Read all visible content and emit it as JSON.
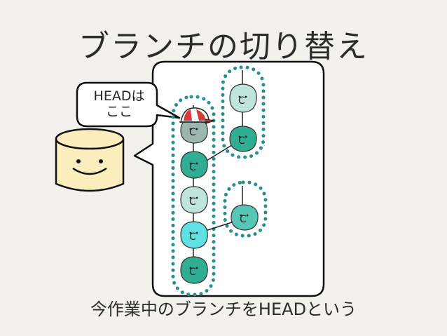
{
  "slide": {
    "title": "ブランチの切り替え",
    "caption": "今作業中のブランチをHEADという"
  },
  "callout": {
    "line1": "HEADは",
    "line2": "ここ"
  },
  "colors": {
    "background": "#f3f1ee",
    "dotted_branch": "#2a8f8a",
    "head_hat_red": "#d83a3a",
    "database_fill": "#fbedbd",
    "commit_dark": "#2fae93",
    "commit_mid": "#56c7b6",
    "commit_light": "#bfe4dc",
    "commit_cyan": "#5fe0e3",
    "commit_grey": "#9cb7b0"
  },
  "icons": {
    "head_marker": "red-cap-icon",
    "repository": "smiling-cylinder-icon",
    "commit": "smiling-blob-icon"
  }
}
